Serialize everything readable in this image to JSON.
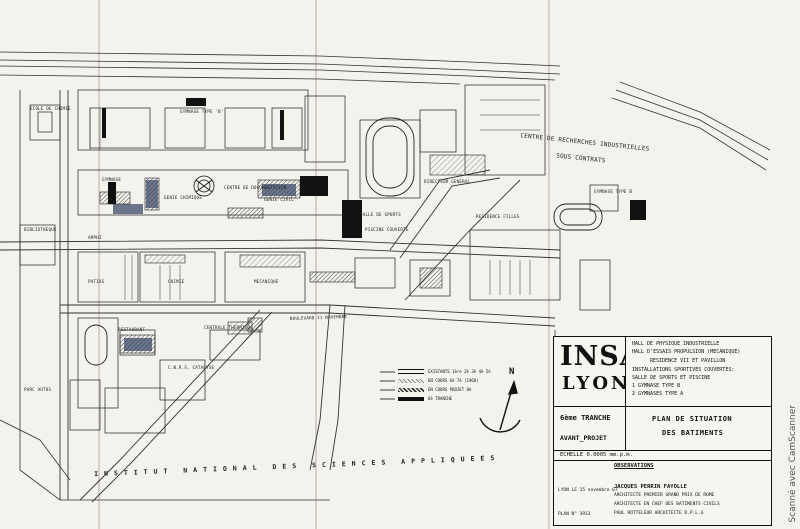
{
  "plan": {
    "campus_title": "INSTITUT NATIONAL DES SCIENCES APPLIQUEES",
    "labels": [
      {
        "key": "ecole_chimie",
        "text": "ECOLE DE CHIMIE"
      },
      {
        "key": "gymnase_type_b",
        "text": "GYMNASE TYPE 'B'"
      },
      {
        "key": "gymnase_top",
        "text": "GYMNASE"
      },
      {
        "key": "amphi",
        "text": "AMPHI"
      },
      {
        "key": "centre_doc",
        "text": "CENTRE DE DOCUMENTATION"
      },
      {
        "key": "genie_chimique",
        "text": "GENIE CHIMIQUE"
      },
      {
        "key": "genie_civil",
        "text": "GENIE CIVIL"
      },
      {
        "key": "salle_sports",
        "text": "SALLE DE SPORTS"
      },
      {
        "key": "piscine",
        "text": "PISCINE COUVERTE"
      },
      {
        "key": "directeur",
        "text": "DIRECTEUR GENERAL"
      },
      {
        "key": "residence",
        "text": "RESIDENCE FILLES"
      },
      {
        "key": "bibliotheque",
        "text": "BIBLIOTHEQUE"
      },
      {
        "key": "patios",
        "text": "PATIOS"
      },
      {
        "key": "chimie",
        "text": "CHIMIE"
      },
      {
        "key": "mecanique",
        "text": "MECANIQUE"
      },
      {
        "key": "restaurant",
        "text": "RESTAURANT"
      },
      {
        "key": "centrale",
        "text": "CENTRALE THERMIQUE"
      },
      {
        "key": "cnrs",
        "text": "C.N.R.S. CATALYSE"
      },
      {
        "key": "parcautos",
        "text": "PARC AUTOS"
      },
      {
        "key": "gymnase_right",
        "text": "GYMNASE TYPE B"
      },
      {
        "key": "boulevard",
        "text": "BOULEVARD 11 NOVEMBRE"
      },
      {
        "key": "centre_rech",
        "text": "CENTRE DE RECHERCHES INDUSTRIELLES"
      },
      {
        "key": "sous_contrats",
        "text": "SOUS CONTRATS"
      }
    ]
  },
  "legend": {
    "items": [
      {
        "label": "EXISTANTS 1ère 2è 3è 4è 5è",
        "style": "solid-thin"
      },
      {
        "label": "EN COURS 6è 7è (1968)",
        "style": "hatched-light"
      },
      {
        "label": "EN COURS PROJET 8è",
        "style": "hatched-dark"
      },
      {
        "label": "6è TRANCHE",
        "style": "solid-black"
      }
    ]
  },
  "north": {
    "letter": "N"
  },
  "title_block": {
    "logo_line1": "INSA",
    "logo_line2": "LYON",
    "program_lines": [
      "HALL DE PHYSIQUE INDUSTRIELLE",
      "HALL D'ESSAIS PROPULSION (MECANIQUE)",
      "RESIDENCE VII ET PAVILLON",
      "INSTALLATIONS SPORTIVES COUVERTES:",
      "SALLE DE SPORTS ET PISCINE",
      "1 GYMNASE TYPE B",
      "2 GYMNASES TYPE A"
    ],
    "tranche": "6ème TRANCHE",
    "phase": "AVANT_PROJET",
    "drawing_title_1": "PLAN DE SITUATION",
    "drawing_title_2": "DES BATIMENTS",
    "scale": "ECHELLE 0.0005 mm.p.m.",
    "observations": "OBSERVATIONS",
    "date": "LYON LE 15 novembre 67",
    "plan_no": "PLAN N° 3913",
    "architects": [
      "JACQUES  PERRIN  FAYOLLE",
      "ARCHITECTE PREMIER GRAND PRIX DE ROME",
      "ARCHITECTE EN CHEF DES BATIMENTS CIVILS",
      "PAUL ROTTELEUR ARCHITECTE  D.P.L.G"
    ]
  },
  "watermark": "Scanné avec CamScanner",
  "colors": {
    "ink": "#111111",
    "paper": "#f4f2ec",
    "hatch": "#6b6b6b",
    "navy": "#2b3550"
  }
}
